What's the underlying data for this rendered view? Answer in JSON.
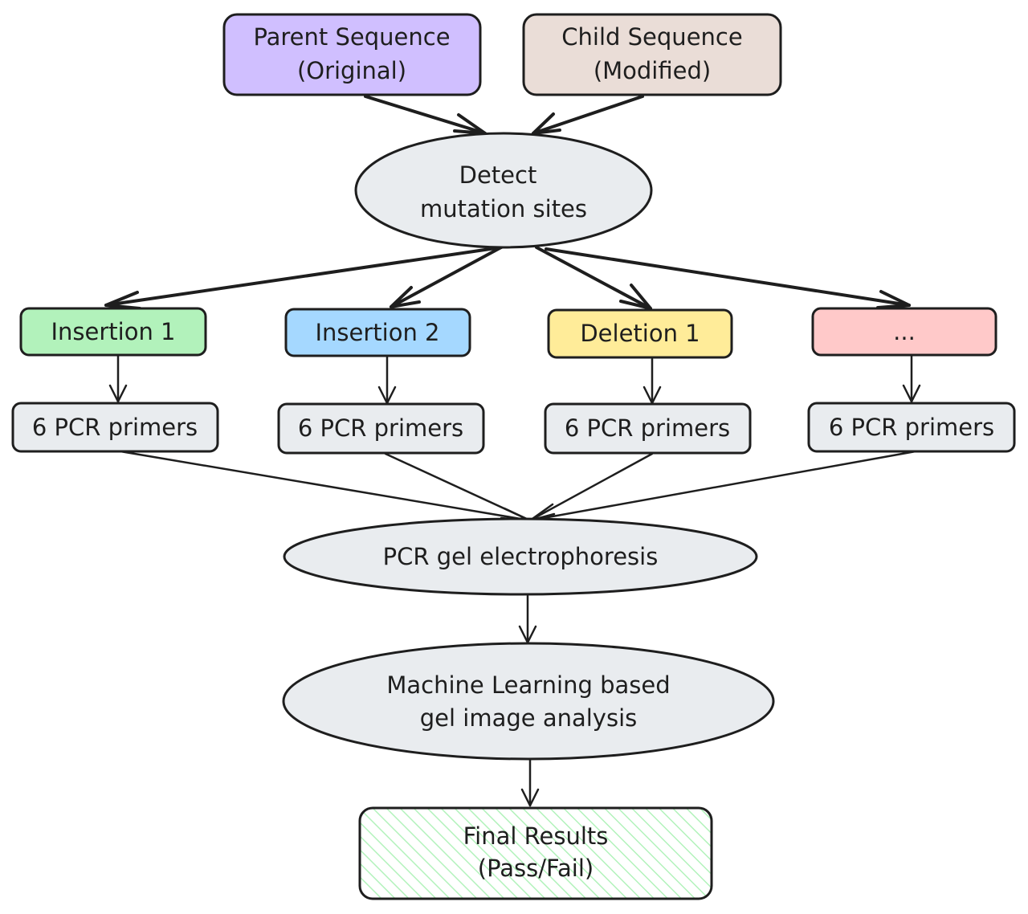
{
  "nodes": {
    "parent": {
      "line1": "Parent Sequence",
      "line2": "(Original)",
      "fill": "#d0bfff"
    },
    "child": {
      "line1": "Child Sequence",
      "line2": "(Modified)",
      "fill": "#eaddd7"
    },
    "detect": {
      "line1": "Detect",
      "line2": "mutation sites",
      "fill": "#e9ecef"
    },
    "insertion1": {
      "label": "Insertion 1",
      "fill": "#b2f2bb"
    },
    "insertion2": {
      "label": "Insertion 2",
      "fill": "#a5d8ff"
    },
    "deletion1": {
      "label": "Deletion 1",
      "fill": "#ffec99"
    },
    "ellipsis": {
      "label": "...",
      "fill": "#ffc9c9"
    },
    "primers1": {
      "label": "6 PCR primers",
      "fill": "#e9ecef"
    },
    "primers2": {
      "label": "6 PCR primers",
      "fill": "#e9ecef"
    },
    "primers3": {
      "label": "6 PCR primers",
      "fill": "#e9ecef"
    },
    "primers4": {
      "label": "6 PCR primers",
      "fill": "#e9ecef"
    },
    "gel": {
      "label": "PCR gel electrophoresis",
      "fill": "#e9ecef"
    },
    "ml": {
      "line1": "Machine Learning based",
      "line2": "gel image analysis",
      "fill": "#e9ecef"
    },
    "final": {
      "line1": "Final Results",
      "line2": "(Pass/Fail)",
      "hatch": "#b2f2bb"
    }
  },
  "edges": [
    {
      "from": "parent",
      "to": "detect"
    },
    {
      "from": "child",
      "to": "detect"
    },
    {
      "from": "detect",
      "to": "insertion1"
    },
    {
      "from": "detect",
      "to": "insertion2"
    },
    {
      "from": "detect",
      "to": "deletion1"
    },
    {
      "from": "detect",
      "to": "ellipsis"
    },
    {
      "from": "insertion1",
      "to": "primers1"
    },
    {
      "from": "insertion2",
      "to": "primers2"
    },
    {
      "from": "deletion1",
      "to": "primers3"
    },
    {
      "from": "ellipsis",
      "to": "primers4"
    },
    {
      "from": "primers1",
      "to": "gel"
    },
    {
      "from": "primers2",
      "to": "gel"
    },
    {
      "from": "primers3",
      "to": "gel"
    },
    {
      "from": "primers4",
      "to": "gel"
    },
    {
      "from": "gel",
      "to": "ml"
    },
    {
      "from": "ml",
      "to": "final"
    }
  ]
}
